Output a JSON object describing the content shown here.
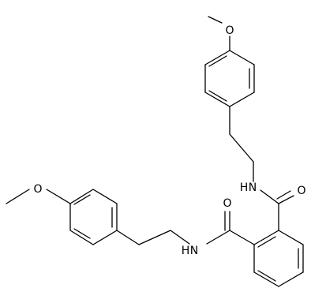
{
  "molecule": {
    "labels": {
      "o_methoxy_top": "O",
      "o_methoxy_left": "O",
      "n_amide_upper": "N",
      "h_amide_upper": "H",
      "o_carbonyl_upper": "O",
      "n_amide_lower": "N",
      "h_amide_lower": "H",
      "o_carbonyl_lower": "O"
    },
    "colors": {
      "bond": "#000000",
      "text": "#000000",
      "background": "#ffffff"
    }
  }
}
